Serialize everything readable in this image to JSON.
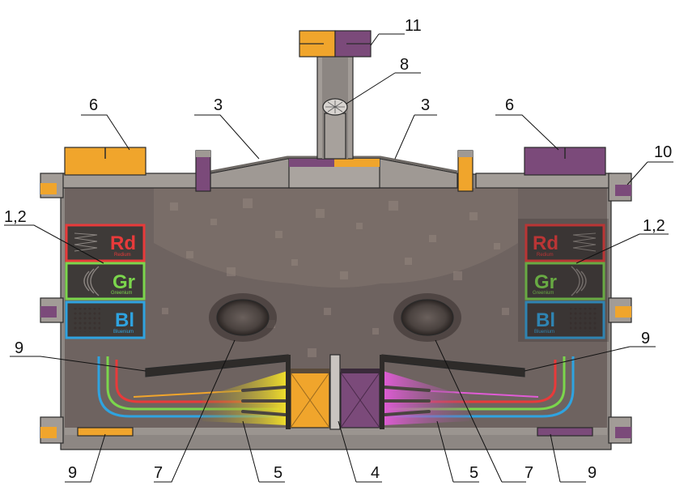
{
  "colors": {
    "orange": "#f0a52c",
    "purple": "#7b4a7a",
    "red": "#e83a3a",
    "green": "#7bd64c",
    "blue": "#2fa3e0",
    "yellow": "#f3e02a",
    "magenta": "#e05cd6",
    "steel": "#8f8a86",
    "chamber": "#6e6360"
  },
  "elements": {
    "rd": {
      "symbol": "Rd",
      "name": "Redium"
    },
    "gr": {
      "symbol": "Gr",
      "name": "Greenium"
    },
    "bl": {
      "symbol": "Bl",
      "name": "Bluenium"
    }
  },
  "labels": {
    "l11": "11",
    "l8": "8",
    "l3_left": "3",
    "l3_right": "3",
    "l6_left": "6",
    "l6_right": "6",
    "l10": "10",
    "l12_left": "1,2",
    "l12_right": "1,2",
    "l9_left_mid": "9",
    "l9_right_mid": "9",
    "l9_left_bottom": "9",
    "l9_right_bottom": "9",
    "l7_left": "7",
    "l7_right": "7",
    "l5_left": "5",
    "l5_right": "5",
    "l4": "4"
  }
}
